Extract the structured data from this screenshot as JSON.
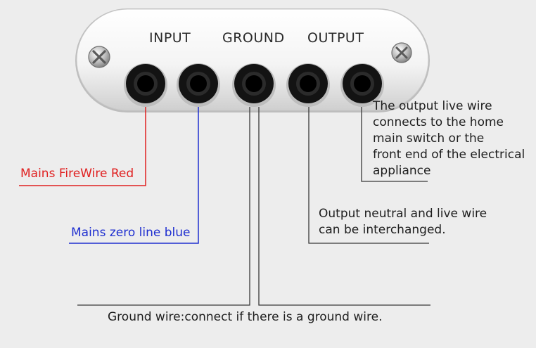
{
  "terminal_block": {
    "headers": {
      "input": "INPUT",
      "ground": "GROUND",
      "output": "OUTPUT"
    },
    "screw_icon": "phillips-screw-icon",
    "terminal_icon": "terminal-socket-icon"
  },
  "labels": {
    "mains_live": "Mains FireWire Red",
    "mains_neutral": "Mains zero line blue",
    "output_live": [
      "The output live wire",
      "connects to the home",
      "main switch or the",
      "front end of the electrical",
      "appliance"
    ],
    "output_interchange": [
      "Output neutral and live wire",
      "can be interchanged."
    ],
    "ground": "Ground wire:connect if there is a ground wire."
  },
  "colors": {
    "live_wire": "#e02020",
    "neutral_wire": "#1f2fd0",
    "leader_line": "#3a3a3a",
    "background": "#ededed"
  }
}
